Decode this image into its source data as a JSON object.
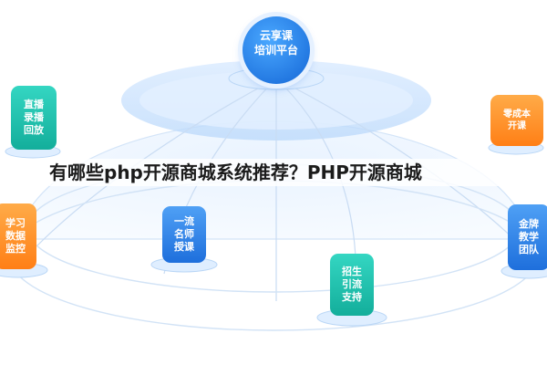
{
  "title": "有哪些php开源商城系统推荐？PHP开源商城",
  "hub": {
    "line1": "云享课",
    "line2": "培训平台"
  },
  "nodes": {
    "zhibo": [
      "直播",
      "录播",
      "回放"
    ],
    "xuexi": [
      "学习",
      "数据",
      "监控"
    ],
    "lingchengben": [
      "零成本",
      "开课"
    ],
    "jinpai": [
      "金牌",
      "教学",
      "团队"
    ],
    "yiliu": [
      "一流",
      "名师",
      "授课"
    ],
    "zhaosheng": [
      "招生",
      "引流",
      "支持"
    ]
  },
  "colors": {
    "blue": "#1e6fdc",
    "teal": "#13ae9b",
    "orange": "#ff7f16",
    "accent_light": "#e6f1ff"
  }
}
